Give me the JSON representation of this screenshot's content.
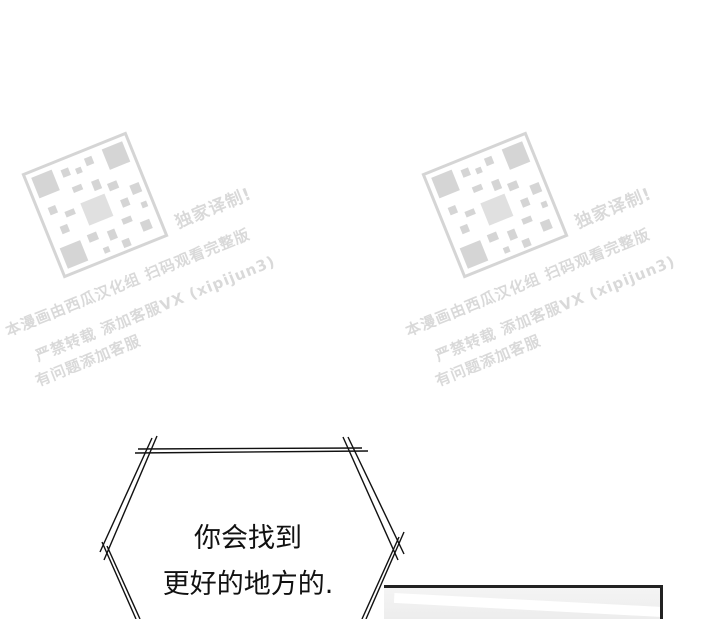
{
  "watermarks": [
    {
      "line1": "独家译制!",
      "line2": "本漫画由西瓜汉化组 扫码观看完整版",
      "line3": "严禁转载 添加客服VX (xipijun3)",
      "line4": "有问题添加客服"
    },
    {
      "line1": "独家译制!",
      "line2": "本漫画由西瓜汉化组 扫码观看完整版",
      "line3": "严禁转载 添加客服VX (xipijun3)",
      "line4": "有问题添加客服"
    }
  ],
  "speech_bubble": {
    "line1": "你会找到",
    "line2": "更好的地方的."
  }
}
